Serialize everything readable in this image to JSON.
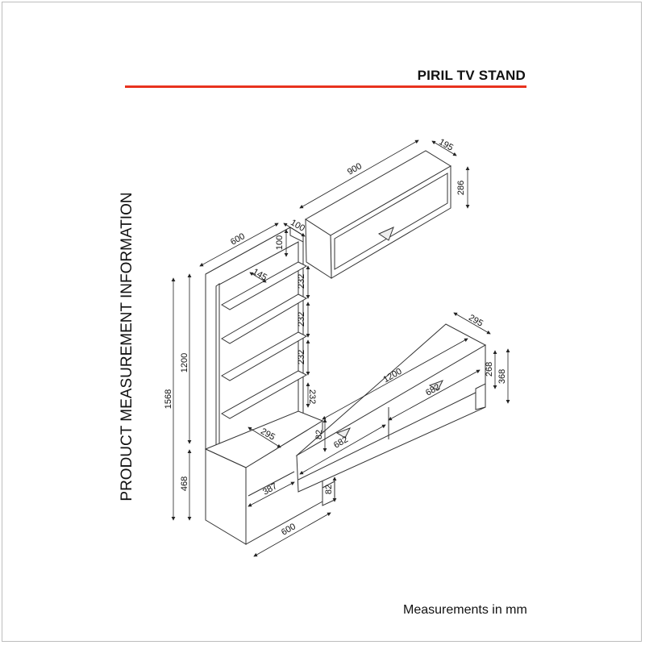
{
  "header": {
    "title": "PIRIL TV STAND",
    "accent_color": "#e8321e"
  },
  "side_heading": "PRODUCT MEASUREMENT INFORMATION",
  "footer_note": "Measurements in mm",
  "dimensions": {
    "wall_cabinet_width": "900",
    "wall_cabinet_depth": "195",
    "wall_cabinet_height": "286",
    "wall_cabinet_gap": "100",
    "bookshelf_width": "600",
    "bookshelf_top_offset": "100",
    "shelf_depth": "145",
    "shelf_spacing_1": "232",
    "shelf_spacing_2": "232",
    "shelf_spacing_3": "232",
    "shelf_spacing_4": "232",
    "bookshelf_upper_height": "1200",
    "total_height": "1568",
    "cabinet_height": "468",
    "tv_stand_depth": "295",
    "tv_stand_width": "1200",
    "tv_stand_body_height": "268",
    "tv_stand_total_height": "368",
    "drawer_width_right": "682",
    "drawer_width_left": "682",
    "tv_stand_leg_gap": "82",
    "cabinet_top_depth": "295",
    "cabinet_inner_width": "387",
    "lower_gap": "82",
    "cabinet_width": "600"
  }
}
